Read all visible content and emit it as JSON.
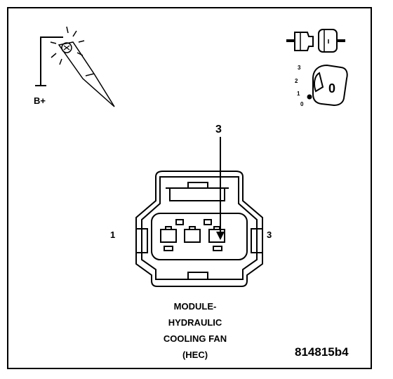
{
  "labels": {
    "battery_positive": "B+",
    "pin_callout": "3",
    "pin_left": "1",
    "pin_right": "3",
    "figure_id": "814815b4"
  },
  "ignition_positions": [
    "3",
    "2",
    "1",
    "0"
  ],
  "ignition_key_label": "0",
  "caption_lines": [
    "MODULE-",
    "HYDRAULIC",
    "COOLING FAN",
    "(HEC)"
  ],
  "colors": {
    "line": "#000000",
    "background": "#ffffff"
  },
  "icons": [
    "test-light-icon",
    "connector-disconnected-icon",
    "ignition-key-icon"
  ]
}
